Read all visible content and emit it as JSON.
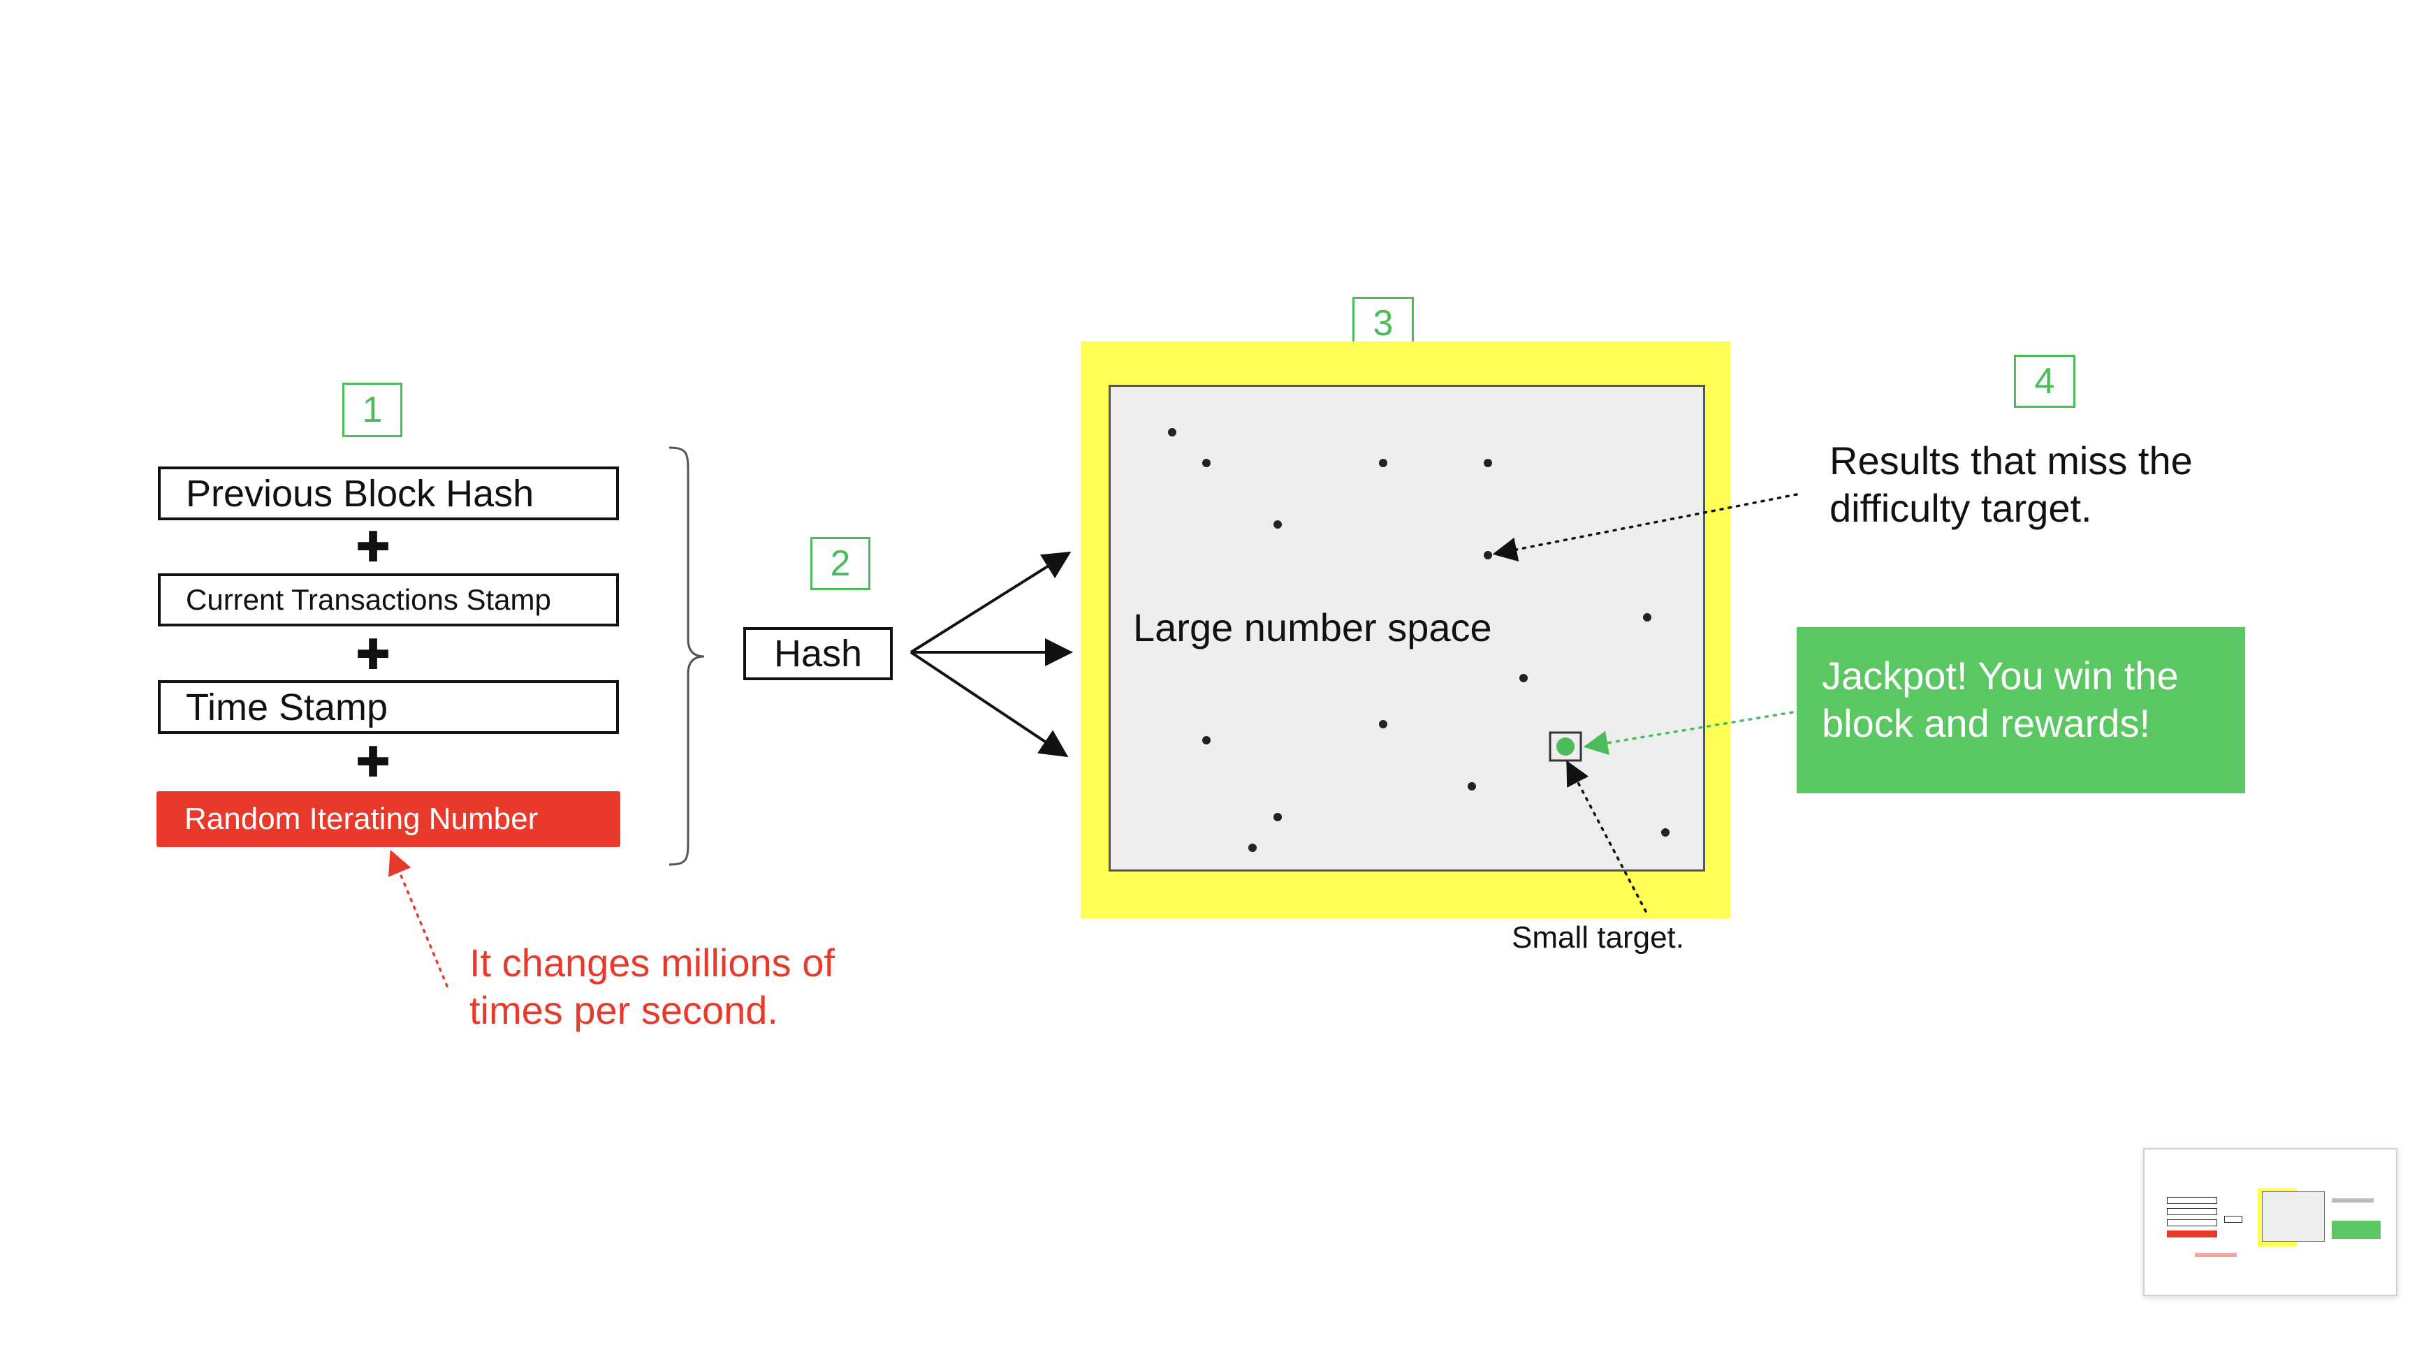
{
  "steps": {
    "one": "1",
    "two": "2",
    "three": "3",
    "four": "4"
  },
  "inputs": {
    "previous_block_hash": "Previous Block Hash",
    "current_transactions_stamp": "Current Transactions Stamp",
    "time_stamp": "Time Stamp",
    "random_iterating_number": "Random Iterating Number",
    "plus_symbol": "✚"
  },
  "hash": {
    "label": "Hash"
  },
  "number_space": {
    "label": "Large number space"
  },
  "annotations": {
    "miss": "Results that miss the difficulty target.",
    "jackpot": "Jackpot! You win the block and rewards!",
    "small_target": "Small target.",
    "random_note": "It changes millions of times per second."
  },
  "colors": {
    "green": "#4cbb5a",
    "jackpot_green": "#5ac763",
    "red": "#e8392b",
    "yellow": "#ffff55",
    "space_gray": "#eeeeee"
  }
}
